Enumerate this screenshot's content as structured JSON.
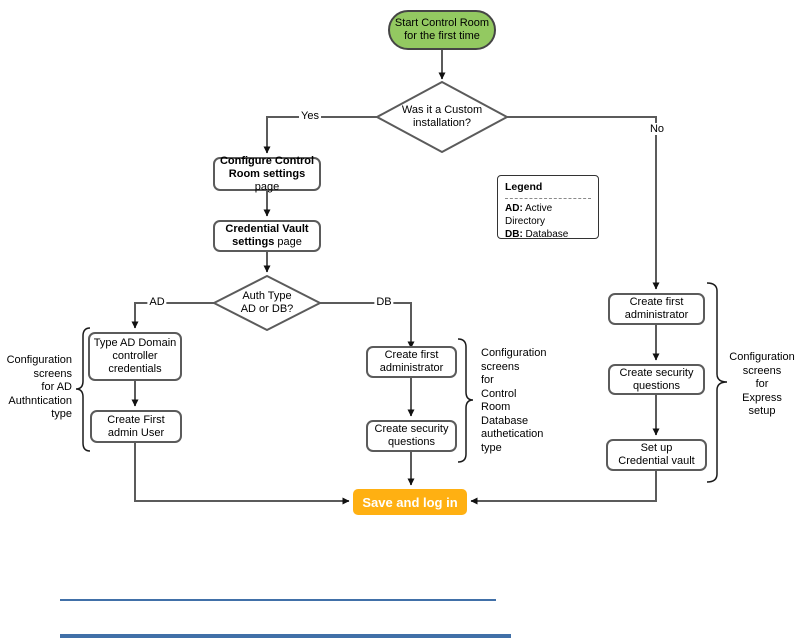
{
  "diagram": {
    "title_node": "Start Control Room\nfor the first time",
    "decision_custom": "Was it a Custom\ninstallation?",
    "decision_auth": "Auth Type\nAD or DB?",
    "edge_labels": {
      "yes": "Yes",
      "no": "No",
      "ad": "AD",
      "db": "DB"
    },
    "configure_box": {
      "bold": "Configure Control Room settings",
      "regular": " page"
    },
    "credential_box": {
      "bold": "Credential Vault settings",
      "regular": " page"
    },
    "type_ad_box": "Type AD Domain\ncontroller\ncredentials",
    "admin_user_box": "Create First\nadmin User",
    "mid_admin_box": "Create first\nadministrator",
    "mid_security_box": "Create security\nquestions",
    "right_admin_box": "Create first\nadministrator",
    "right_security_box": "Create security\nquestions",
    "right_setup_box": "Set up\nCredential vault",
    "save_button": "Save and log in",
    "legend": {
      "title": "Legend",
      "items": [
        {
          "term": "AD:",
          "desc": " Active Directory"
        },
        {
          "term": "DB:",
          "desc": " Database"
        }
      ]
    },
    "brace_left_text": "Configuration\nscreens\nfor AD\nAuthntication\ntype",
    "brace_mid_text": "Configuration\nscreens\nfor\nControl\nRoom\nDatabase\nauthetication\ntype",
    "brace_right_text": "Configuration\nscreens\nfor\nExpress\nsetup",
    "colors": {
      "start_fill": "#93C961",
      "save_fill": "#FFB012",
      "line": "#5b5b5b",
      "blue": "#4170A8"
    }
  }
}
